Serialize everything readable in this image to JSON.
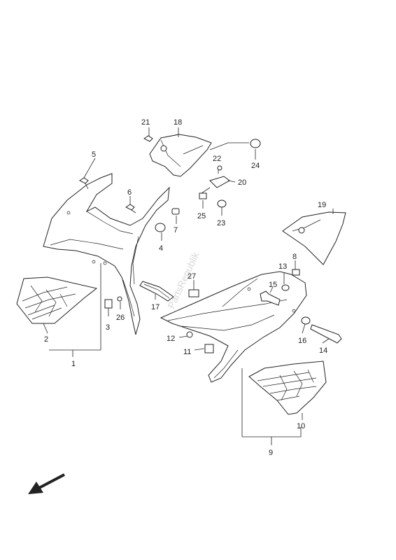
{
  "watermark": "PartsRepublik",
  "callouts": {
    "c1": "1",
    "c2": "2",
    "c3": "3",
    "c4": "4",
    "c5": "5",
    "c6": "6",
    "c7": "7",
    "c8": "8",
    "c9": "9",
    "c10": "10",
    "c11": "11",
    "c12": "12",
    "c13": "13",
    "c14": "14",
    "c15": "15",
    "c16": "16",
    "c17": "17",
    "c18": "18",
    "c19": "19",
    "c20": "20",
    "c21": "21",
    "c22": "22",
    "c23": "23",
    "c24": "24",
    "c25": "25",
    "c26": "26",
    "c27": "27"
  },
  "orientation_arrow": "front-direction-arrow"
}
